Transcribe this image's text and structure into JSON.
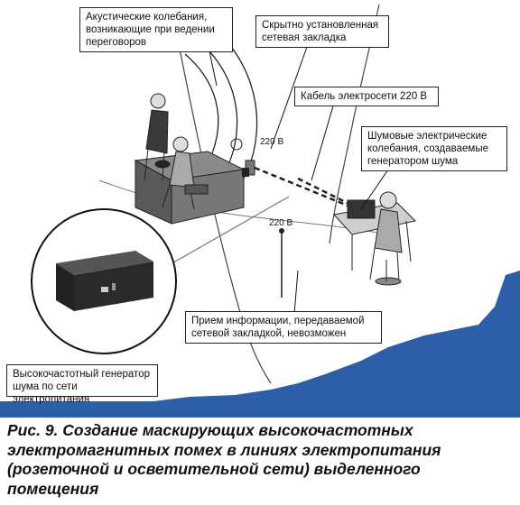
{
  "labels": {
    "acoustic": [
      "Акустические колебания,",
      "возникающие при ведении",
      "переговоров"
    ],
    "bug": [
      "Скрытно установленная",
      "сетевая закладка"
    ],
    "cable": "Кабель электросети 220 В",
    "noise": [
      "Шумовые электрические",
      "колебания, создаваемые",
      "генератором шума"
    ],
    "reception": [
      "Прием информации, передаваемой",
      "сетевой закладкой, невозможен"
    ],
    "generator": [
      "Высокочастотный генератор",
      "шума по сети электропитания"
    ]
  },
  "voltage": {
    "left": "220 В",
    "right": "220 В"
  },
  "caption": "Рис. 9. Создание маскирующих высокочастотных электромагнитных помех в линиях электропитания (розеточной и осветительной сети) выделенного помещения",
  "colors": {
    "background": "#2d5fa8",
    "panel": "#ffffff",
    "ink": "#111111"
  }
}
